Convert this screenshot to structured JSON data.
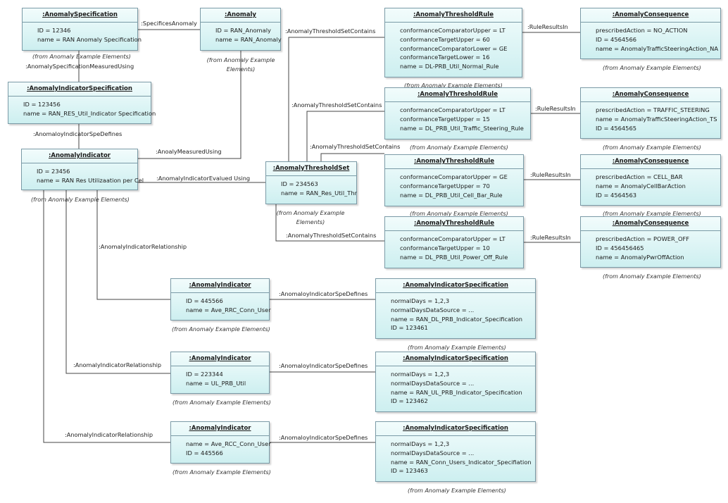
{
  "elements": {
    "spec_main": {
      "header": ":AnomalySpecification",
      "attributes": [
        "ID = 12346",
        "name = RAN Anomaly Specification"
      ],
      "note": "(from Anomaly Example Elements)"
    },
    "anomaly": {
      "header": ":Anomaly",
      "attributes": [
        "ID = RAN_Anomaly",
        "name = RAN_Anomaly"
      ],
      "note": "(from Anomaly Example Elements)"
    },
    "ind_spec_main": {
      "header": ":AnomalyIndicatorSpecification",
      "attributes": [
        "ID = 123456",
        "name = RAN_RES_Util_Indicator Specification"
      ]
    },
    "indicator_main": {
      "header": ":AnomalyIndicator",
      "attributes": [
        "ID = 23456",
        "name = RAN Res Utilizaation per Cel"
      ],
      "note": "(from Anomaly Example Elements)"
    },
    "threshold_set": {
      "header": ":AnomalyThresholdSet",
      "attributes": [
        "ID = 234563",
        "name = RAN_Res_Util_Thr"
      ],
      "note": "(from Anomaly Example Elements)"
    },
    "rule1": {
      "header": ":AnomalyThresholdRule",
      "attributes": [
        "conformanceComparatorUpper = LT",
        "conformanceTargetUpper = 60",
        "conformanceComparatorLower = GE",
        "conformanceTargetLower = 16",
        "name = DL-PRB_Util_Normal_Rule"
      ],
      "note": "(from Anomaly Example Elements)"
    },
    "rule2": {
      "header": ":AnomalyThresholdRule",
      "attributes": [
        "conformanceComparatorUpper = LT",
        "conformanceTargetUpper = 15",
        "name = DL_PRB_Util_Traffic_Steering_Rule"
      ],
      "note": "(from Anomaly Example Elements)"
    },
    "rule3": {
      "header": ":AnomalyThresholdRule",
      "attributes": [
        "conformanceComparatorUpper = GE",
        "conformanceTargetUpper = 70",
        "name = DL_PRB_Util_Cell_Bar_Rule"
      ],
      "note": "(from Anomaly Example Elements)"
    },
    "rule4": {
      "header": ":AnomalyThresholdRule",
      "attributes": [
        "conformanceComparatorUpper = LT",
        "conformanceTargetUpper = 10",
        "name = DL_PRB_Util_Power_Off_Rule"
      ]
    },
    "cons1": {
      "header": ":AnomalyConsequence",
      "attributes": [
        "prescribedAction = NO_ACTION",
        "ID = 4564566",
        "name = AnomalyTrafficSteeringAction_NA"
      ],
      "note": "(from Anomaly Example Elements)"
    },
    "cons2": {
      "header": ":AnomalyConsequence",
      "attributes": [
        "prescribedAction = TRAFFIC_STEERING",
        "name = AnomalyTrafficSteeringAction_TS",
        "ID = 4564565"
      ],
      "note": "(from Anomaly Example Elements)"
    },
    "cons3": {
      "header": ":AnomalyConsequence",
      "attributes": [
        "prescribedAction = CELL_BAR",
        "name = AnomalyCellBarAction",
        "ID = 4564563"
      ],
      "note": "(from Anomaly Example Elements)"
    },
    "cons4": {
      "header": ":AnomalyConsequence",
      "attributes": [
        "prescribedAction = POWER_OFF",
        "ID = 456456465",
        "name = AnomalyPwrOffAction"
      ],
      "note": "(from Anomaly Example Elements)"
    },
    "ind2": {
      "header": ":AnomalyIndicator",
      "attributes": [
        "ID = 445566",
        "name = Ave_RRC_Conn_User"
      ],
      "note": "(from Anomaly Example Elements)"
    },
    "ind3": {
      "header": ":AnomalyIndicator",
      "attributes": [
        "ID = 223344",
        "name = UL_PRB_Util"
      ],
      "note": "(from Anomaly Example Elements)"
    },
    "ind4": {
      "header": ":AnomalyIndicator",
      "attributes": [
        "name = Ave_RCC_Conn_User",
        "ID = 445566"
      ],
      "note": "(from Anomaly Example Elements)"
    },
    "ispec2": {
      "header": ":AnomalyIndicatorSpecification",
      "attributes": [
        "normalDays = 1,2,3",
        "normalDaysDataSource = ...",
        "name = RAN_DL_PRB_Indicator_Specification",
        "ID = 123461"
      ],
      "note": "(from Anomaly Example Elements)"
    },
    "ispec3": {
      "header": ":AnomalyIndicatorSpecification",
      "attributes": [
        "normalDays = 1,2,3",
        "normalDaysDataSource = ...",
        "name = RAN_UL_PRB_Indicator_Specification",
        "ID = 123462"
      ]
    },
    "ispec4": {
      "header": ":AnomalyIndicatorSpecification",
      "attributes": [
        "normalDays = 1,2,3",
        "normalDaysDataSource = ...",
        "name = RAN_Conn_Users_Indicator_Specifiation",
        "ID = 123463"
      ],
      "note": "(from Anomaly Example Elements)"
    }
  },
  "links": {
    "specifies_anomaly": ":SpecificesAnomaly",
    "spec_measured_using": ":AnomalySpecificationMeasuredUsing",
    "ind_spe_defines_main": ":AnomaloyIndicatorSpeDefines",
    "measured_using": ":AnoalyMeasuredUsing",
    "evaluated_using": ":AnomalyIndicatorEvalued Using",
    "ts_contains_1": ":AnomalyThresholdSetContains",
    "ts_contains_2": ":AnomalyThresholdSetContains",
    "ts_contains_3": ":AnomalyThresholdSetContains",
    "ts_contains_4": ":AnomalyThresholdSetContains",
    "rule_results_1": ":RuleResultsIn",
    "rule_results_2": ":RuleResultsIn",
    "rule_results_3": ":RuleResultsIn",
    "rule_results_4": ":RuleResultsIn",
    "ind_rel_1": ":AnomalyIndicatorRelationship",
    "ind_rel_2": ":AnomalyIndicatorRelationship",
    "ind_rel_3": ":AnomalyIndicatorRelationship",
    "spe_defines_2": ":AnomaloyIndicatorSpeDefines",
    "spe_defines_3": ":AnomaloyIndicatorSpeDefines",
    "spe_defines_4": ":AnomaloyIndicatorSpeDefines"
  }
}
